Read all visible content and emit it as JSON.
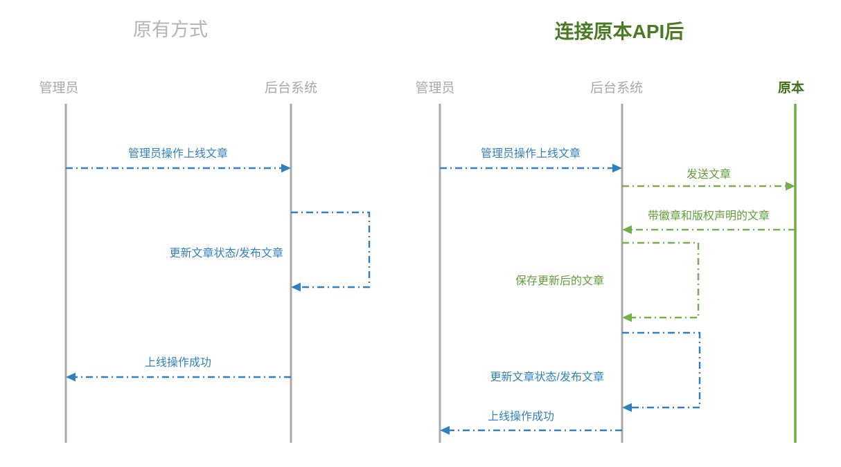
{
  "colors": {
    "blue": "#3080bf",
    "green": "#74b04a",
    "green_text": "#5f9e38",
    "gray_line": "#a9a9a9",
    "gray_text": "#a8a8a8",
    "title_gray": "#b4b4b4",
    "title_green": "#4a7b23",
    "yuanben_label_green": "#3f7218"
  },
  "left": {
    "title": "原有方式",
    "lifelines": [
      {
        "label": "管理员"
      },
      {
        "label": "后台系统"
      }
    ],
    "messages": [
      {
        "label": "管理员操作上线文章",
        "from": "管理员",
        "to": "后台系统",
        "color": "blue"
      },
      {
        "label": "更新文章状态/发布文章",
        "from": "后台系统",
        "to": "后台系统",
        "color": "blue"
      },
      {
        "label": "上线操作成功",
        "from": "后台系统",
        "to": "管理员",
        "color": "blue"
      }
    ]
  },
  "right": {
    "title": "连接原本API后",
    "lifelines": [
      {
        "label": "管理员"
      },
      {
        "label": "后台系统"
      },
      {
        "label": "原本"
      }
    ],
    "messages": [
      {
        "label": "管理员操作上线文章",
        "from": "管理员",
        "to": "后台系统",
        "color": "blue"
      },
      {
        "label": "发送文章",
        "from": "后台系统",
        "to": "原本",
        "color": "green"
      },
      {
        "label": "带徽章和版权声明的文章",
        "from": "原本",
        "to": "后台系统",
        "color": "green"
      },
      {
        "label": "保存更新后的文章",
        "from": "后台系统",
        "to": "后台系统",
        "color": "green"
      },
      {
        "label": "更新文章状态/发布文章",
        "from": "后台系统",
        "to": "后台系统",
        "color": "blue"
      },
      {
        "label": "上线操作成功",
        "from": "后台系统",
        "to": "管理员",
        "color": "blue"
      }
    ]
  }
}
